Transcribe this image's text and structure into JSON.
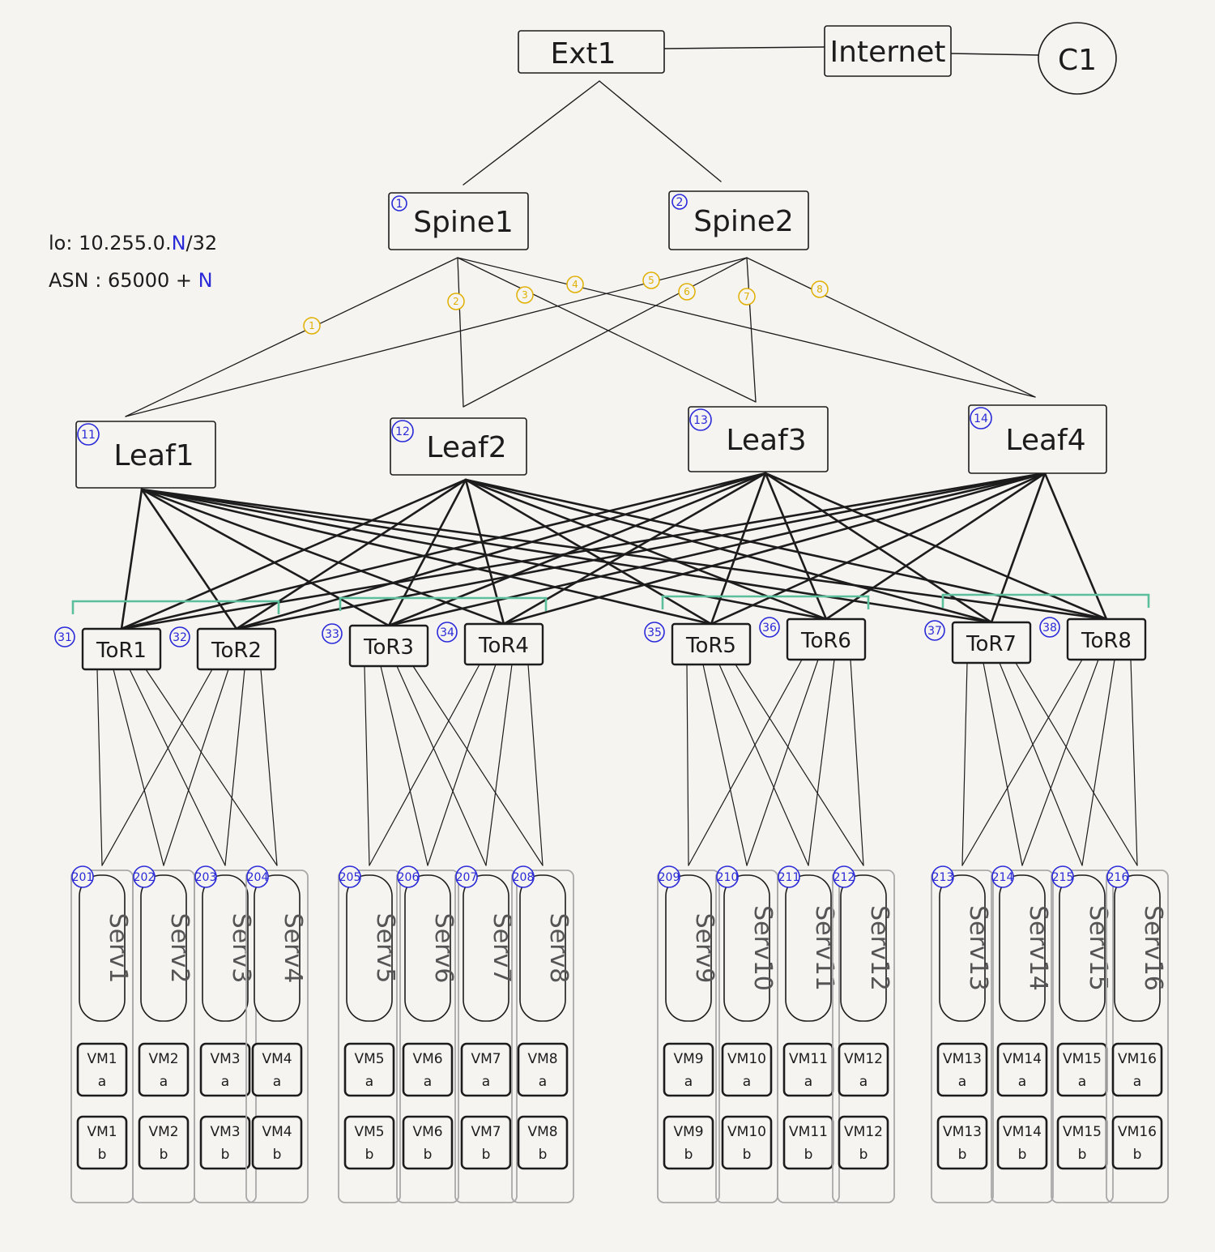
{
  "notes": {
    "lo_prefix": "lo: 10.255.0.",
    "lo_n": "N",
    "lo_suffix": "/32",
    "asn_prefix": "ASN : 65000 + ",
    "asn_n": "N"
  },
  "top": {
    "ext": "Ext1",
    "internet": "Internet",
    "client": "C1"
  },
  "spines": [
    {
      "label": "Spine1",
      "num": "1"
    },
    {
      "label": "Spine2",
      "num": "2"
    }
  ],
  "spine_link_nums": [
    "1",
    "2",
    "3",
    "4",
    "5",
    "6",
    "7",
    "8"
  ],
  "leaves": [
    {
      "label": "Leaf1",
      "num": "11"
    },
    {
      "label": "Leaf2",
      "num": "12"
    },
    {
      "label": "Leaf3",
      "num": "13"
    },
    {
      "label": "Leaf4",
      "num": "14"
    }
  ],
  "tors": [
    {
      "label": "ToR1",
      "num": "31"
    },
    {
      "label": "ToR2",
      "num": "32"
    },
    {
      "label": "ToR3",
      "num": "33"
    },
    {
      "label": "ToR4",
      "num": "34"
    },
    {
      "label": "ToR5",
      "num": "35"
    },
    {
      "label": "ToR6",
      "num": "36"
    },
    {
      "label": "ToR7",
      "num": "37"
    },
    {
      "label": "ToR8",
      "num": "38"
    }
  ],
  "servers": [
    {
      "label": "Serv1",
      "num": "201",
      "vm_a": "VM1 a",
      "vm_b": "VM1 b"
    },
    {
      "label": "Serv2",
      "num": "202",
      "vm_a": "VM2 a",
      "vm_b": "VM2 b"
    },
    {
      "label": "Serv3",
      "num": "203",
      "vm_a": "VM3 a",
      "vm_b": "VM3 b"
    },
    {
      "label": "Serv4",
      "num": "204",
      "vm_a": "VM4 a",
      "vm_b": "VM4 b"
    },
    {
      "label": "Serv5",
      "num": "205",
      "vm_a": "VM5 a",
      "vm_b": "VM5 b"
    },
    {
      "label": "Serv6",
      "num": "206",
      "vm_a": "VM6 a",
      "vm_b": "VM6 b"
    },
    {
      "label": "Serv7",
      "num": "207",
      "vm_a": "VM7 a",
      "vm_b": "VM7 b"
    },
    {
      "label": "Serv8",
      "num": "208",
      "vm_a": "VM8 a",
      "vm_b": "VM8 b"
    },
    {
      "label": "Serv9",
      "num": "209",
      "vm_a": "VM9 a",
      "vm_b": "VM9 b"
    },
    {
      "label": "Serv10",
      "num": "210",
      "vm_a": "VM10 a",
      "vm_b": "VM10 b"
    },
    {
      "label": "Serv11",
      "num": "211",
      "vm_a": "VM11 a",
      "vm_b": "VM11 b"
    },
    {
      "label": "Serv12",
      "num": "212",
      "vm_a": "VM12 a",
      "vm_b": "VM12 b"
    },
    {
      "label": "Serv13",
      "num": "213",
      "vm_a": "VM13 a",
      "vm_b": "VM13 b"
    },
    {
      "label": "Serv14",
      "num": "214",
      "vm_a": "VM14 a",
      "vm_b": "VM14 b"
    },
    {
      "label": "Serv15",
      "num": "215",
      "vm_a": "VM15 a",
      "vm_b": "VM15 b"
    },
    {
      "label": "Serv16",
      "num": "216",
      "vm_a": "VM16 a",
      "vm_b": "VM16 b"
    }
  ],
  "colors": {
    "ink": "#1c1c1c",
    "blue": "#2a2ad8",
    "gold": "#e0b000",
    "teal": "#5cbf9c",
    "gray": "#a8a8a8",
    "background": "#f5f4f1"
  }
}
